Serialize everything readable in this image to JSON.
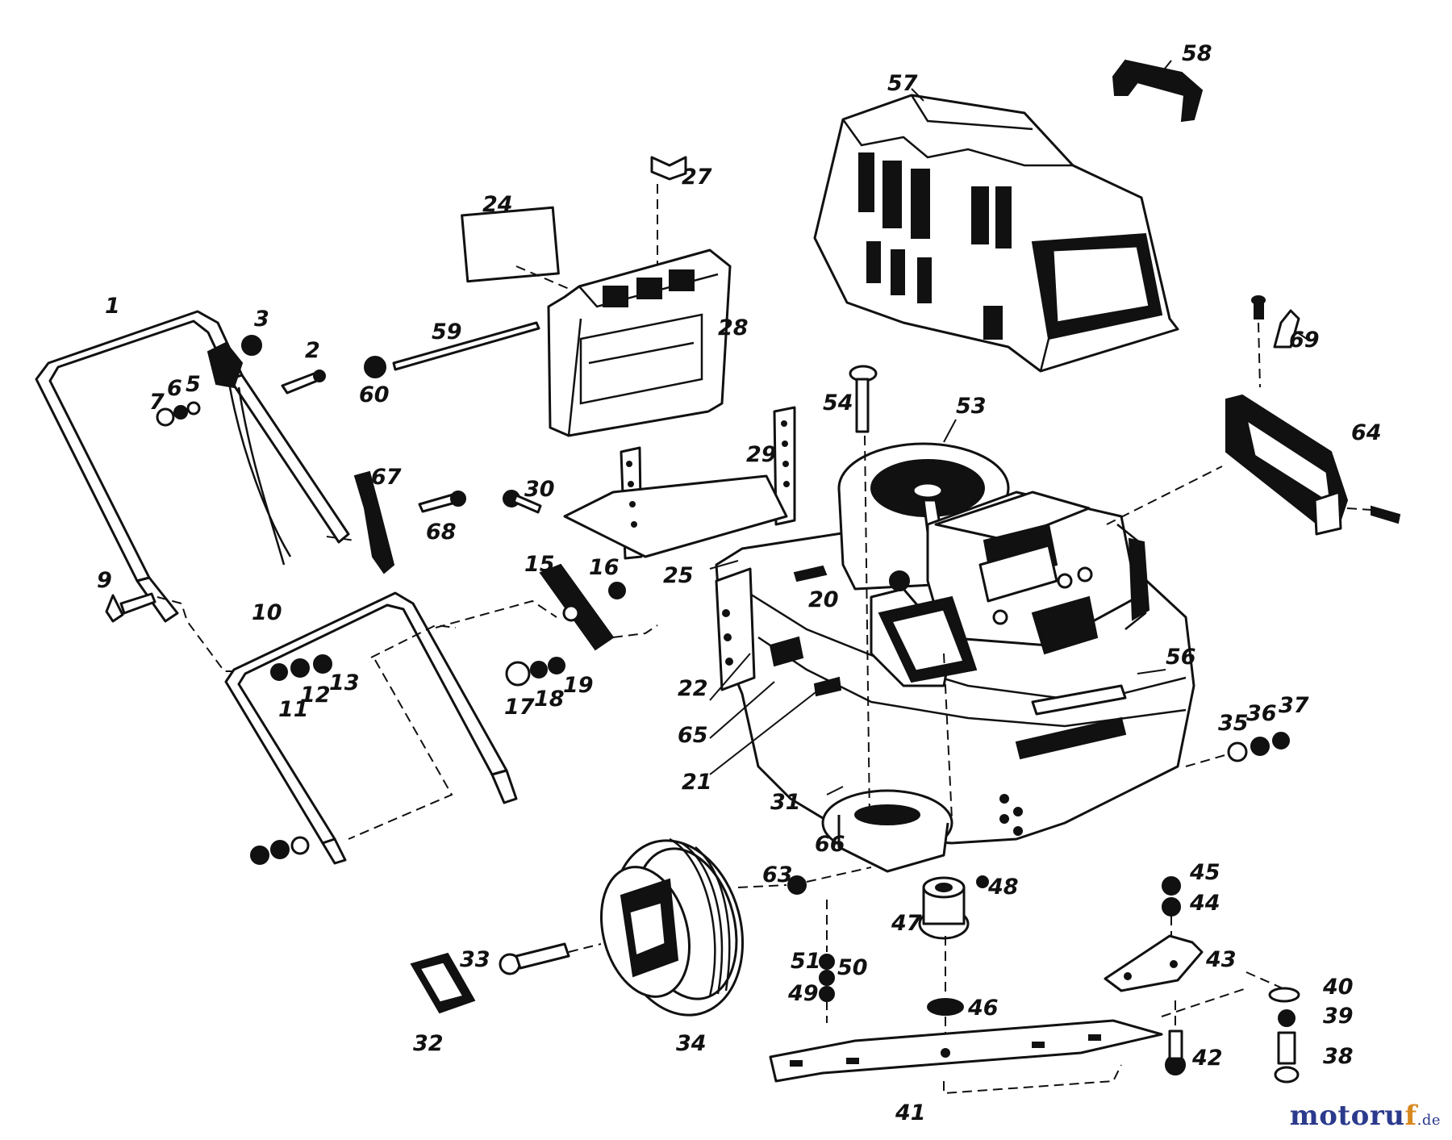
{
  "diagram": {
    "callouts": [
      "1",
      "2",
      "3",
      "5",
      "6",
      "7",
      "9",
      "10",
      "11",
      "12",
      "13",
      "15",
      "16",
      "17",
      "18",
      "19",
      "20",
      "21",
      "22",
      "24",
      "25",
      "27",
      "28",
      "29",
      "30",
      "31",
      "32",
      "33",
      "34",
      "35",
      "36",
      "37",
      "38",
      "39",
      "40",
      "41",
      "42",
      "43",
      "44",
      "45",
      "46",
      "47",
      "48",
      "49",
      "50",
      "51",
      "53",
      "54",
      "56",
      "57",
      "58",
      "59",
      "60",
      "63",
      "64",
      "65",
      "66",
      "67",
      "68",
      "69"
    ]
  },
  "watermark": {
    "brand_main": "motoru",
    "brand_accent": "f",
    "brand_tld": ".de"
  },
  "colors": {
    "line": "#111111",
    "background": "#ffffff",
    "watermark_blue": "#2b3a8c",
    "watermark_orange": "#d8881f"
  }
}
